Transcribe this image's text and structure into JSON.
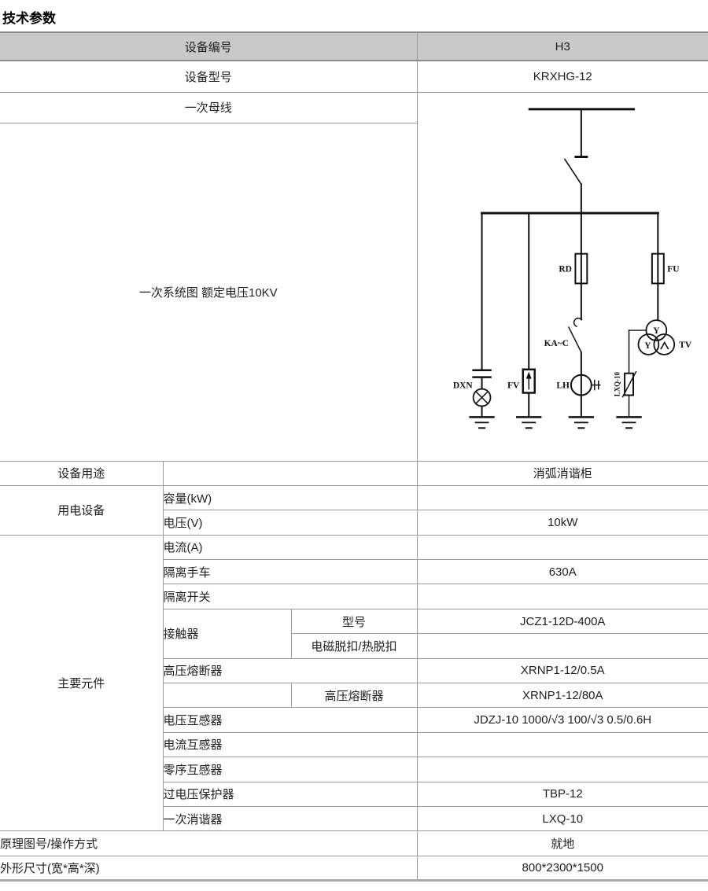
{
  "title": "技术参数",
  "table": {
    "header": {
      "label": "设备编号",
      "value": "H3"
    },
    "rows": {
      "model": {
        "label": "设备型号",
        "value": "KRXHG-12"
      },
      "bus": {
        "label": "一次母线"
      },
      "system_diagram": {
        "label": "一次系统图 额定电压10KV"
      },
      "purpose": {
        "label": "设备用途",
        "value": "消弧消谐柜"
      },
      "power_group": {
        "label": "用电设备"
      },
      "capacity": {
        "label": "容量(kW)",
        "value": ""
      },
      "voltage": {
        "label": "电压(V)",
        "value": "10kW"
      },
      "components_group": {
        "label": "主要元件"
      },
      "current": {
        "label": "电流(A)",
        "value": ""
      },
      "trolley": {
        "label": "隔离手车",
        "value": "630A"
      },
      "disconnector": {
        "label": "隔离开关",
        "value": ""
      },
      "contactor": {
        "label": "接触器"
      },
      "contactor_model": {
        "label": "型号",
        "value": "JCZ1-12D-400A"
      },
      "trip": {
        "label": "电磁脱扣/热脱扣",
        "value": ""
      },
      "hv_fuse": {
        "label": "高压熔断器",
        "value": "XRNP1-12/0.5A"
      },
      "hv_fuse2": {
        "label": "高压熔断器",
        "value": "XRNP1-12/80A"
      },
      "pt": {
        "label": "电压互感器",
        "value": "JDZJ-10  1000/√3  100/√3  0.5/0.6H"
      },
      "ct": {
        "label": "电流互感器",
        "value": ""
      },
      "zero_ct": {
        "label": "零序互感器",
        "value": ""
      },
      "surge": {
        "label": "过电压保护器",
        "value": "TBP-12"
      },
      "eliminator": {
        "label": "一次消谐器",
        "value": "LXQ-10"
      },
      "operation": {
        "label": "原理图号/操作方式",
        "value": "就地"
      },
      "dimensions": {
        "label": "外形尺寸(宽*高*深)",
        "value": "800*2300*1500"
      }
    }
  },
  "diagram": {
    "labels": {
      "rd": "RD",
      "fu": "FU",
      "ka": "KA~C",
      "dxn": "DXN",
      "fv": "FV",
      "lh": "LH",
      "lxq": "LXQ-10",
      "tv": "TV",
      "y_top": "Y",
      "y_left": "Y"
    },
    "colors": {
      "line": "#111111",
      "border": "#9c9c9c",
      "header_bg": "#c9c9c9"
    }
  }
}
